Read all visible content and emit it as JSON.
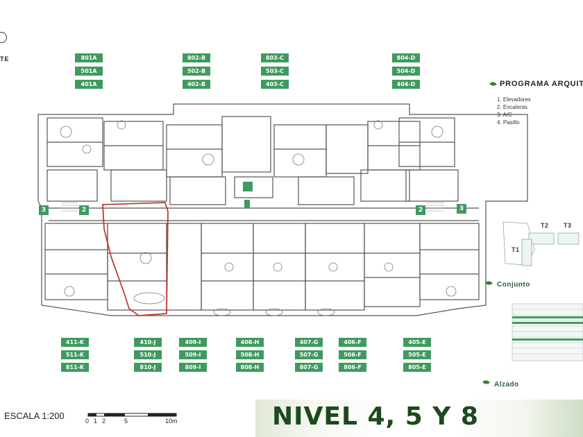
{
  "logo": {
    "text": "TE"
  },
  "top_units": [
    [
      "801A",
      "501A",
      "401A"
    ],
    [
      "802-B",
      "502-B",
      "402-B"
    ],
    [
      "803-C",
      "503-C",
      "403-C"
    ],
    [
      "804-D",
      "504-D",
      "404-D"
    ]
  ],
  "bottom_units": [
    [
      "411-K",
      "511-K",
      "811-K"
    ],
    [
      "410-J",
      "510-J",
      "810-J"
    ],
    [
      "409-I",
      "509-I",
      "809-I"
    ],
    [
      "408-H",
      "508-H",
      "808-H"
    ],
    [
      "407-G",
      "507-G",
      "807-G"
    ],
    [
      "406-F",
      "506-F",
      "806-F"
    ],
    [
      "405-E",
      "505-E",
      "805-E"
    ]
  ],
  "programa": {
    "title": "PROGRAMA ARQUITECT",
    "items": [
      "1. Elevadores",
      "2. Escaleras",
      "3. A/C",
      "4. Pasillo"
    ]
  },
  "plan_markers": {
    "left_3": "3",
    "left_2": "2",
    "right_2": "2",
    "right_3": "3"
  },
  "conjunto": {
    "label": "Conjunto",
    "towers": [
      "T1",
      "T2",
      "T3"
    ]
  },
  "alzado": {
    "label": "Alzado"
  },
  "scale": {
    "label": "ESCALA 1:200",
    "ticks": [
      "0",
      "1",
      "2",
      "5",
      "10m"
    ]
  },
  "level_title": "NIVEL 4, 5 Y 8",
  "colors": {
    "tag_green": "#3f9a5f",
    "highlight": "#c0392b",
    "title_green": "#1d4a1d"
  }
}
